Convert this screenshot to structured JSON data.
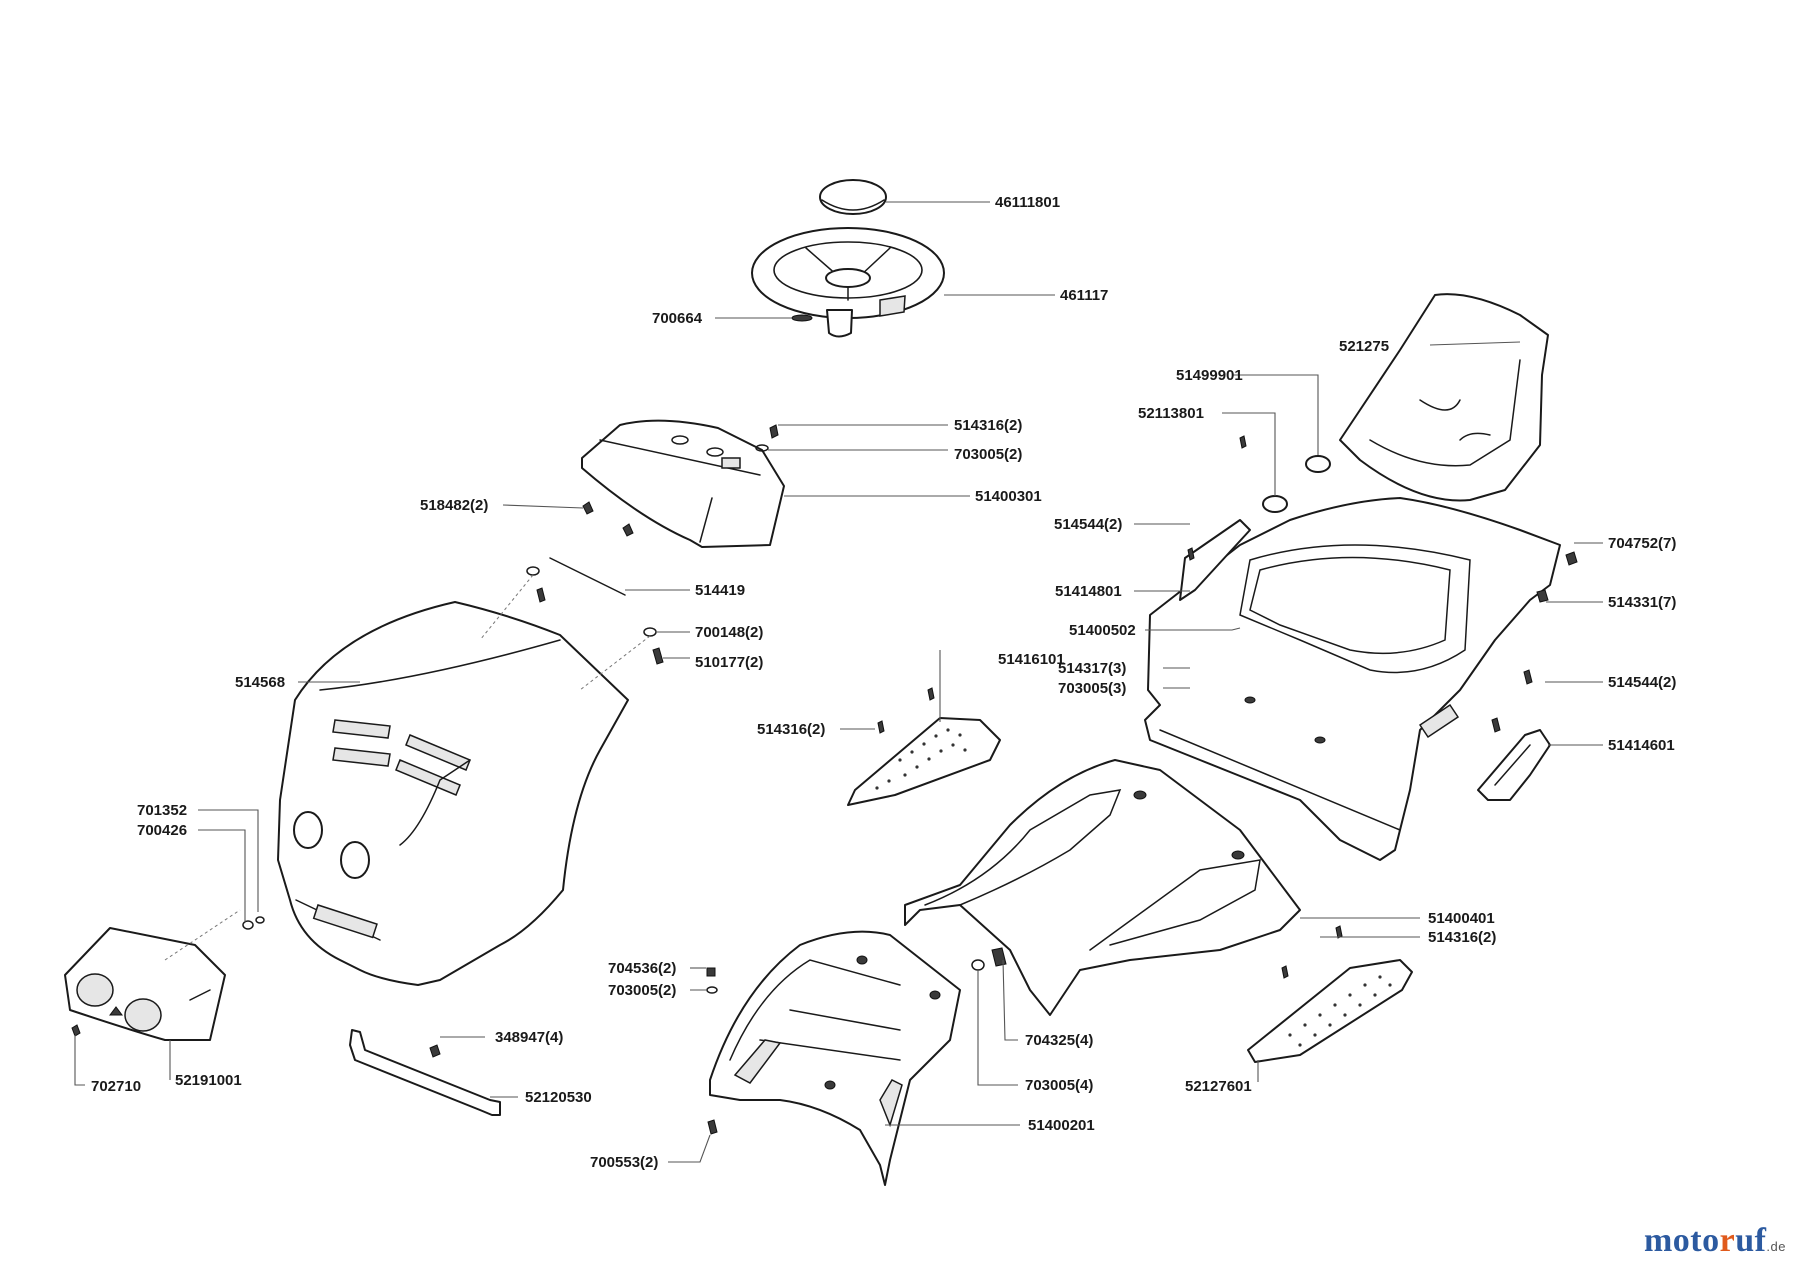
{
  "brand": {
    "part1": "moto",
    "part2": "r",
    "part3": "uf",
    "suffix": ".de"
  },
  "parts": {
    "p46111801": "46111801",
    "p461117": "461117",
    "p700664": "700664",
    "p521275": "521275",
    "p51499901": "51499901",
    "p52113801": "52113801",
    "p514316_top": "514316(2)",
    "p703005_top": "703005(2)",
    "p518482": "518482(2)",
    "p51400301": "51400301",
    "p514544_left": "514544(2)",
    "p704752": "704752(7)",
    "p51414801": "51414801",
    "p514331": "514331(7)",
    "p514419": "514419",
    "p700148": "700148(2)",
    "p51400502": "51400502",
    "p510177": "510177(2)",
    "p514568": "514568",
    "p51416101": "51416101",
    "p514317": "514317(3)",
    "p703005_mid": "703005(3)",
    "p514544_right": "514544(2)",
    "p514316_mid": "514316(2)",
    "p51414601": "51414601",
    "p701352": "701352",
    "p700426": "700426",
    "p51400401": "51400401",
    "p514316_bot": "514316(2)",
    "p704536": "704536(2)",
    "p703005_bot": "703005(2)",
    "p348947": "348947(4)",
    "p704325": "704325(4)",
    "p702710": "702710",
    "p52191001": "52191001",
    "p703005_4": "703005(4)",
    "p52120530": "52120530",
    "p52127601": "52127601",
    "p51400201": "51400201",
    "p700553": "700553(2)"
  }
}
